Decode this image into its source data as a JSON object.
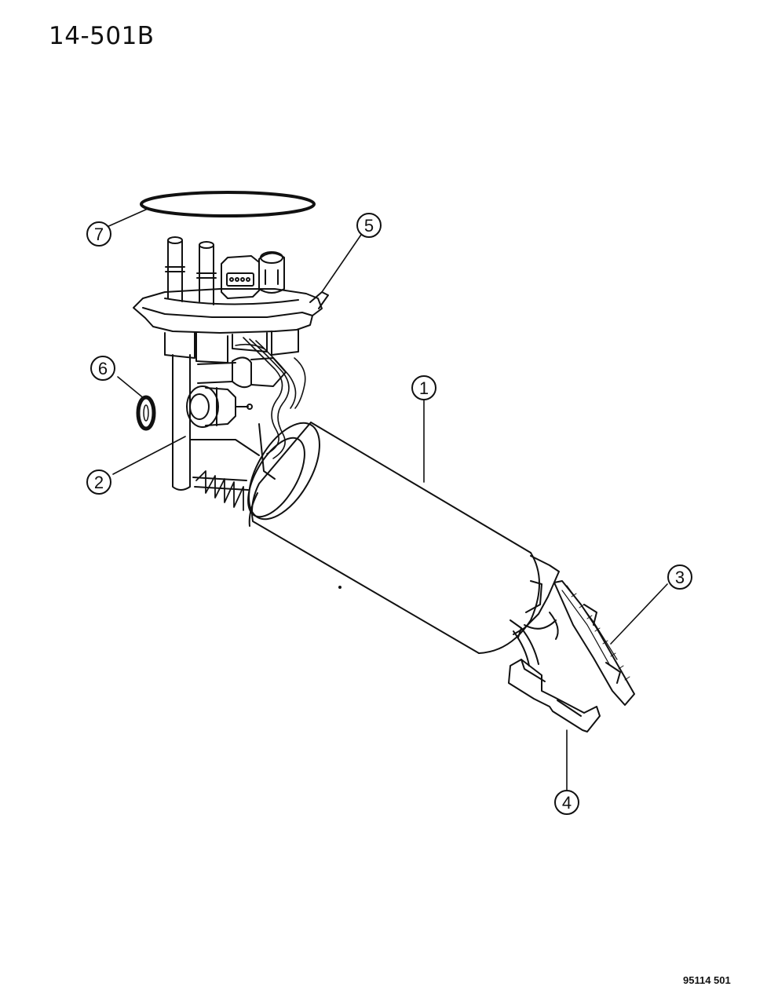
{
  "header": {
    "page_id": "14-501B"
  },
  "footer": {
    "code": "95114  501"
  },
  "callouts": [
    {
      "number": "1",
      "part": "fuel-pump-canister"
    },
    {
      "number": "2",
      "part": "pressure-regulator"
    },
    {
      "number": "3",
      "part": "fuel-level-sender-float-arm"
    },
    {
      "number": "4",
      "part": "sender-connector"
    },
    {
      "number": "5",
      "part": "module-flange"
    },
    {
      "number": "6",
      "part": "o-ring"
    },
    {
      "number": "7",
      "part": "gasket-ring"
    }
  ]
}
